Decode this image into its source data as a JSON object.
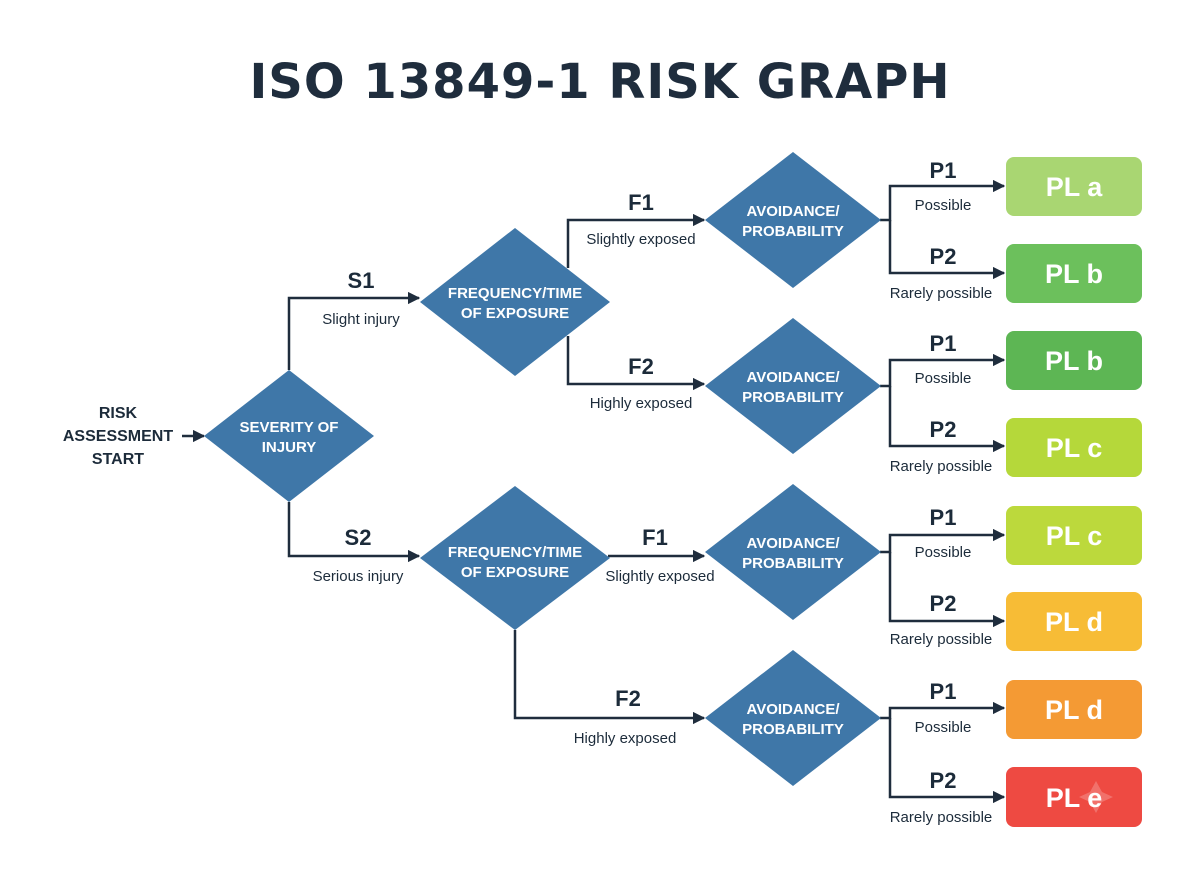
{
  "title": "ISO 13849-1 RISK GRAPH",
  "start": {
    "lines": [
      "RISK",
      "ASSESSMENT",
      "START"
    ]
  },
  "nodes": {
    "severity": [
      "SEVERITY OF",
      "INJURY"
    ],
    "frequency": [
      "FREQUENCY/TIME",
      "OF EXPOSURE"
    ],
    "avoidance": [
      "AVOIDANCE/",
      "PROBABILITY"
    ]
  },
  "branches": {
    "s1": {
      "code": "S1",
      "desc": "Slight injury"
    },
    "s2": {
      "code": "S2",
      "desc": "Serious injury"
    },
    "f1": {
      "code": "F1",
      "desc": "Slightly exposed"
    },
    "f2": {
      "code": "F2",
      "desc": "Highly exposed"
    },
    "p1": {
      "code": "P1",
      "desc": "Possible"
    },
    "p2": {
      "code": "P2",
      "desc": "Rarely possible"
    }
  },
  "results": [
    {
      "label": "PL a",
      "color": "#a9d672"
    },
    {
      "label": "PL b",
      "color": "#6cc05c"
    },
    {
      "label": "PL b",
      "color": "#5db654"
    },
    {
      "label": "PL c",
      "color": "#b5d83a"
    },
    {
      "label": "PL c",
      "color": "#bcd93c"
    },
    {
      "label": "PL d",
      "color": "#f7bc36"
    },
    {
      "label": "PL d",
      "color": "#f49a34"
    },
    {
      "label": "PL e",
      "color": "#ee4a42"
    }
  ],
  "colors": {
    "node": "#3f77a8",
    "line": "#1f2d3d"
  }
}
